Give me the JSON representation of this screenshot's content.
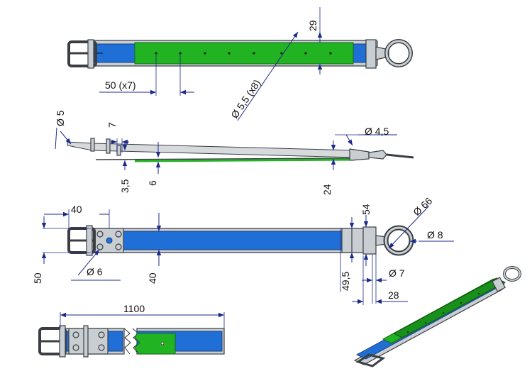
{
  "colors": {
    "strap_blue": "#1f6fd6",
    "strap_green": "#21b321",
    "metal_grey": "#c9ced3",
    "dimension_line": "#1c2a8c"
  },
  "dimensions": {
    "top_height": "29",
    "hole_pitch": "50  (x7)",
    "hole_dia": "Ø 5,5 (x8)",
    "side_pin_dia": "Ø 5",
    "side_7": "7",
    "side_thk": "3,5",
    "side_6": "6",
    "side_ring_wire": "Ø 4,5",
    "side_24": "24",
    "plan_40": "40",
    "plan_50": "50",
    "plan_rivet_dia": "Ø 6",
    "plan_width": "40",
    "plan_54": "54",
    "ring_dia": "Ø 66",
    "ring_wire": "Ø 8",
    "loop_49_5": "49,5",
    "loop_dia_7": "Ø 7",
    "loop_28": "28",
    "length": "1100"
  }
}
